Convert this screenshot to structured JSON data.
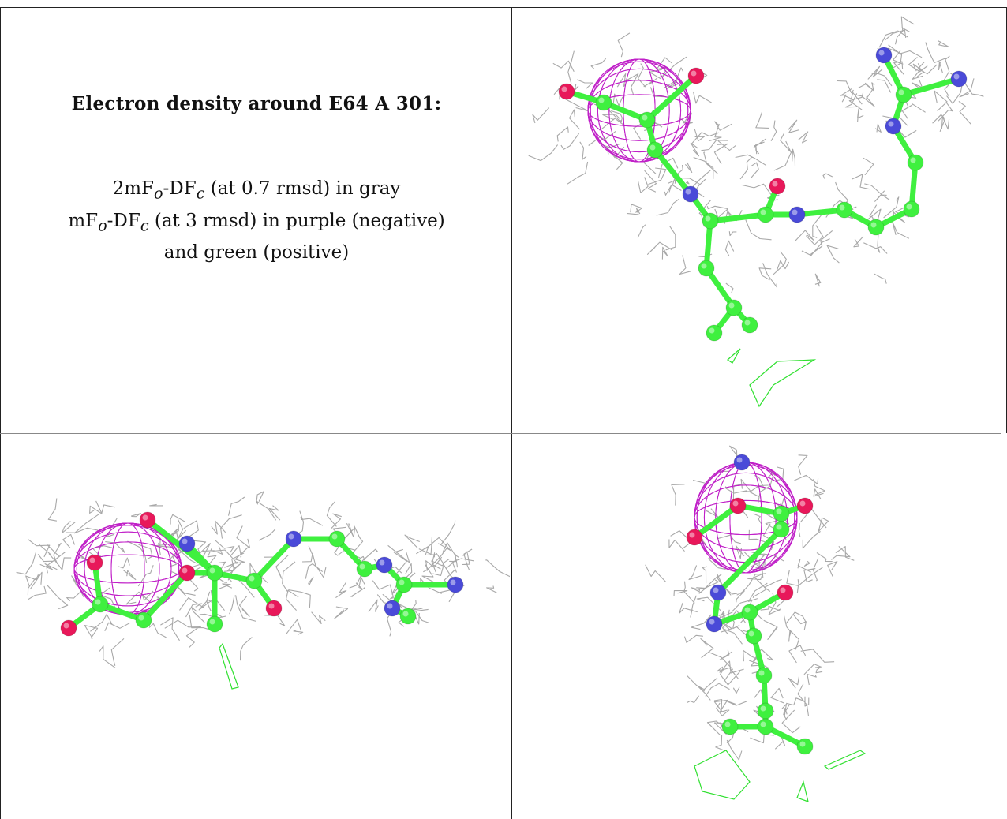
{
  "caption": {
    "title": "Electron density around E64 A 301:",
    "line1": {
      "pre": "2mF",
      "sub1": "o",
      "mid": "-DF",
      "sub2": "c",
      "post": " (at 0.7 rmsd) in gray"
    },
    "line2": {
      "pre": "mF",
      "sub1": "o",
      "mid": "-DF",
      "sub2": "c",
      "post": " (at 3 rmsd) in purple (negative)"
    },
    "line3": "and green (positive)"
  },
  "colors": {
    "carbon": "#3ff03f",
    "nitrogen": "#4a4ad8",
    "oxygen": "#e8185a",
    "mesh_gray": "#a8a8a8",
    "mesh_purple": "#c020c8",
    "mesh_green": "#30e030"
  },
  "icons": [
    "molecule-view-top-right",
    "molecule-view-bottom-left",
    "molecule-view-bottom-right"
  ]
}
